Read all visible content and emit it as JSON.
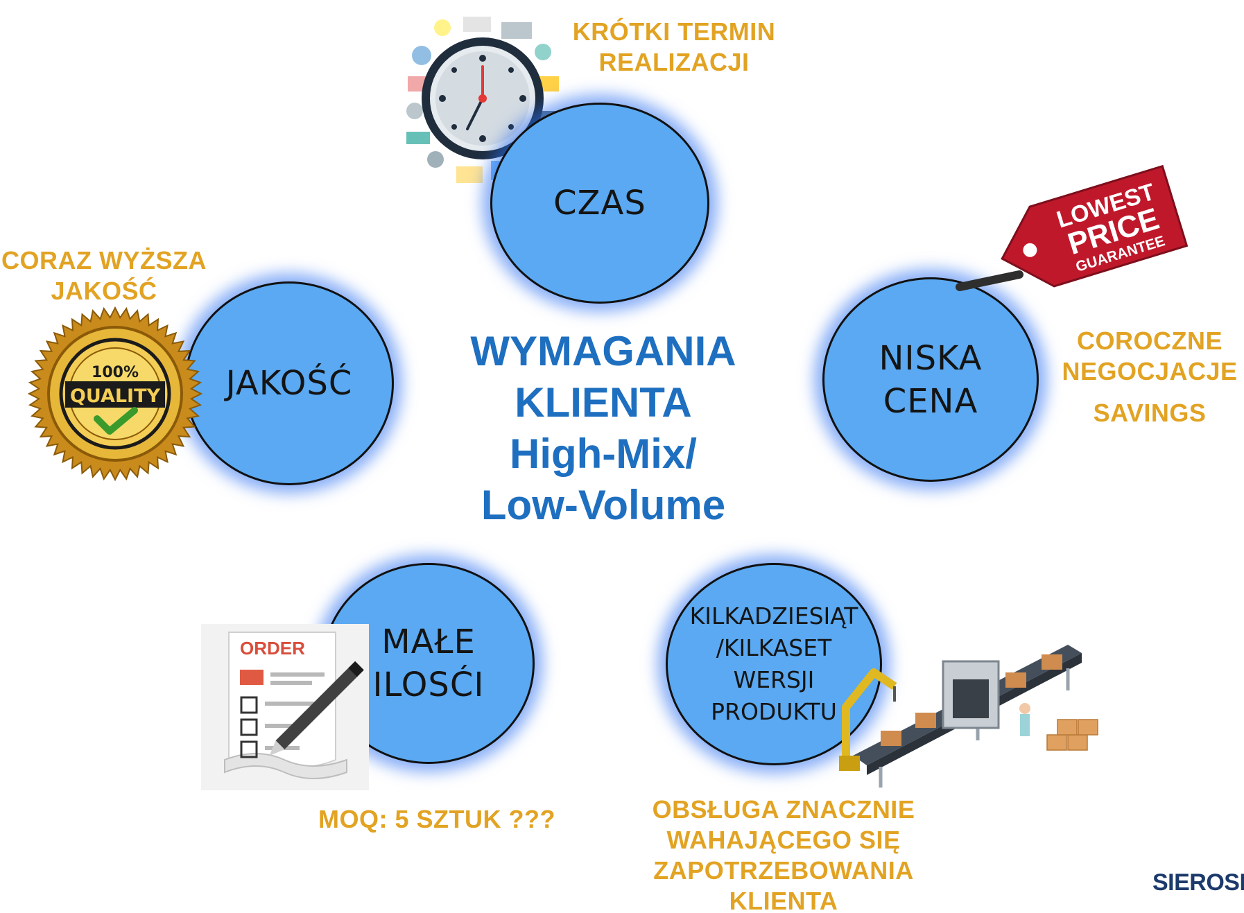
{
  "title": {
    "line1": "WYMAGANIA",
    "line2": "KLIENTA",
    "line3": "High-Mix/",
    "line4": "Low-Volume"
  },
  "circles": {
    "czas": "CZAS",
    "jakosc": "JAKOŚĆ",
    "niska_cena": [
      "NISKA",
      "CENA"
    ],
    "male_ilosci": [
      "MAŁE",
      "ILOSĆI"
    ],
    "wersje": [
      "KILKADZIESIĄT",
      "/KILKASET",
      "WERSJI",
      "PRODUKTU"
    ]
  },
  "notes": {
    "czas": [
      "KRÓTKI TERMIN",
      "REALIZACJI"
    ],
    "jakosc": [
      "CORAZ WYŻSZA",
      "JAKOŚĆ"
    ],
    "cena": [
      "COROCZNE",
      "NEGOCJACJE",
      "SAVINGS"
    ],
    "ilosci": "MOQ: 5 SZTUK ???",
    "wersje": [
      "OBSŁUGA ZNACZNIE",
      "WAHAJĄCEGO SIĘ",
      "ZAPOTRZEBOWANIA",
      "KLIENTA"
    ]
  },
  "icons": {
    "clock": "clock-icon",
    "quality_seal": "quality-seal-icon",
    "price_tag": "price-tag-icon",
    "order_form": "order-form-icon",
    "production_line": "production-line-icon"
  },
  "image_text": {
    "quality_seal": [
      "100%",
      "QUALITY"
    ],
    "price_tag": [
      "LOWEST",
      "PRICE",
      "GUARANTEE"
    ],
    "order_form": "ORDER"
  },
  "brand": "SIEROSI",
  "colors": {
    "circle_fill": "#5aa9f2",
    "circle_glow": "#286ef0",
    "title_blue": "#1e6fc0",
    "note_gold": "#e2a323",
    "tag_red": "#c0182b"
  }
}
